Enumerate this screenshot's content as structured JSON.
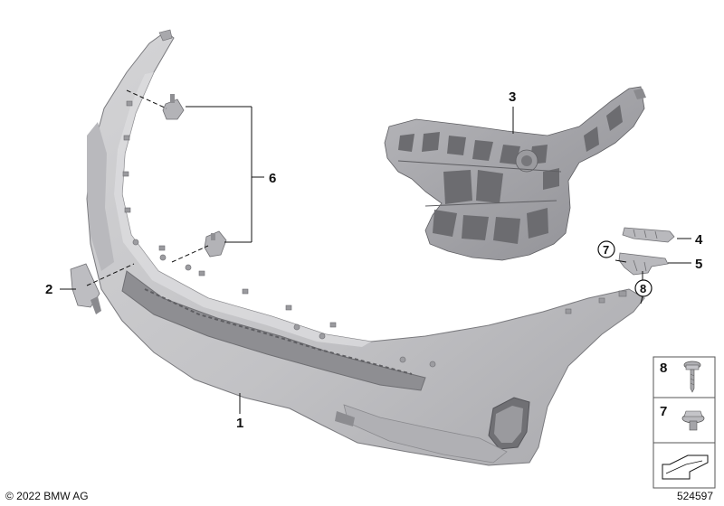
{
  "callouts": {
    "c1": "1",
    "c2": "2",
    "c3": "3",
    "c4": "4",
    "c5": "5",
    "c6": "6",
    "c7": "7",
    "c8": "8"
  },
  "legend_box": {
    "item_top": "8",
    "item_bottom": "7"
  },
  "footer": {
    "copyright": "© 2022 BMW AG",
    "doc_number": "524597"
  },
  "colors": {
    "part_fill": "#c4c4c6",
    "part_shade": "#8e8e92",
    "part_dark": "#6f6f73",
    "line": "#111111"
  },
  "icons": [
    "bumper-trim-part",
    "carrier-bracket",
    "guide-clip",
    "screw",
    "nut",
    "arrow-symbol"
  ]
}
